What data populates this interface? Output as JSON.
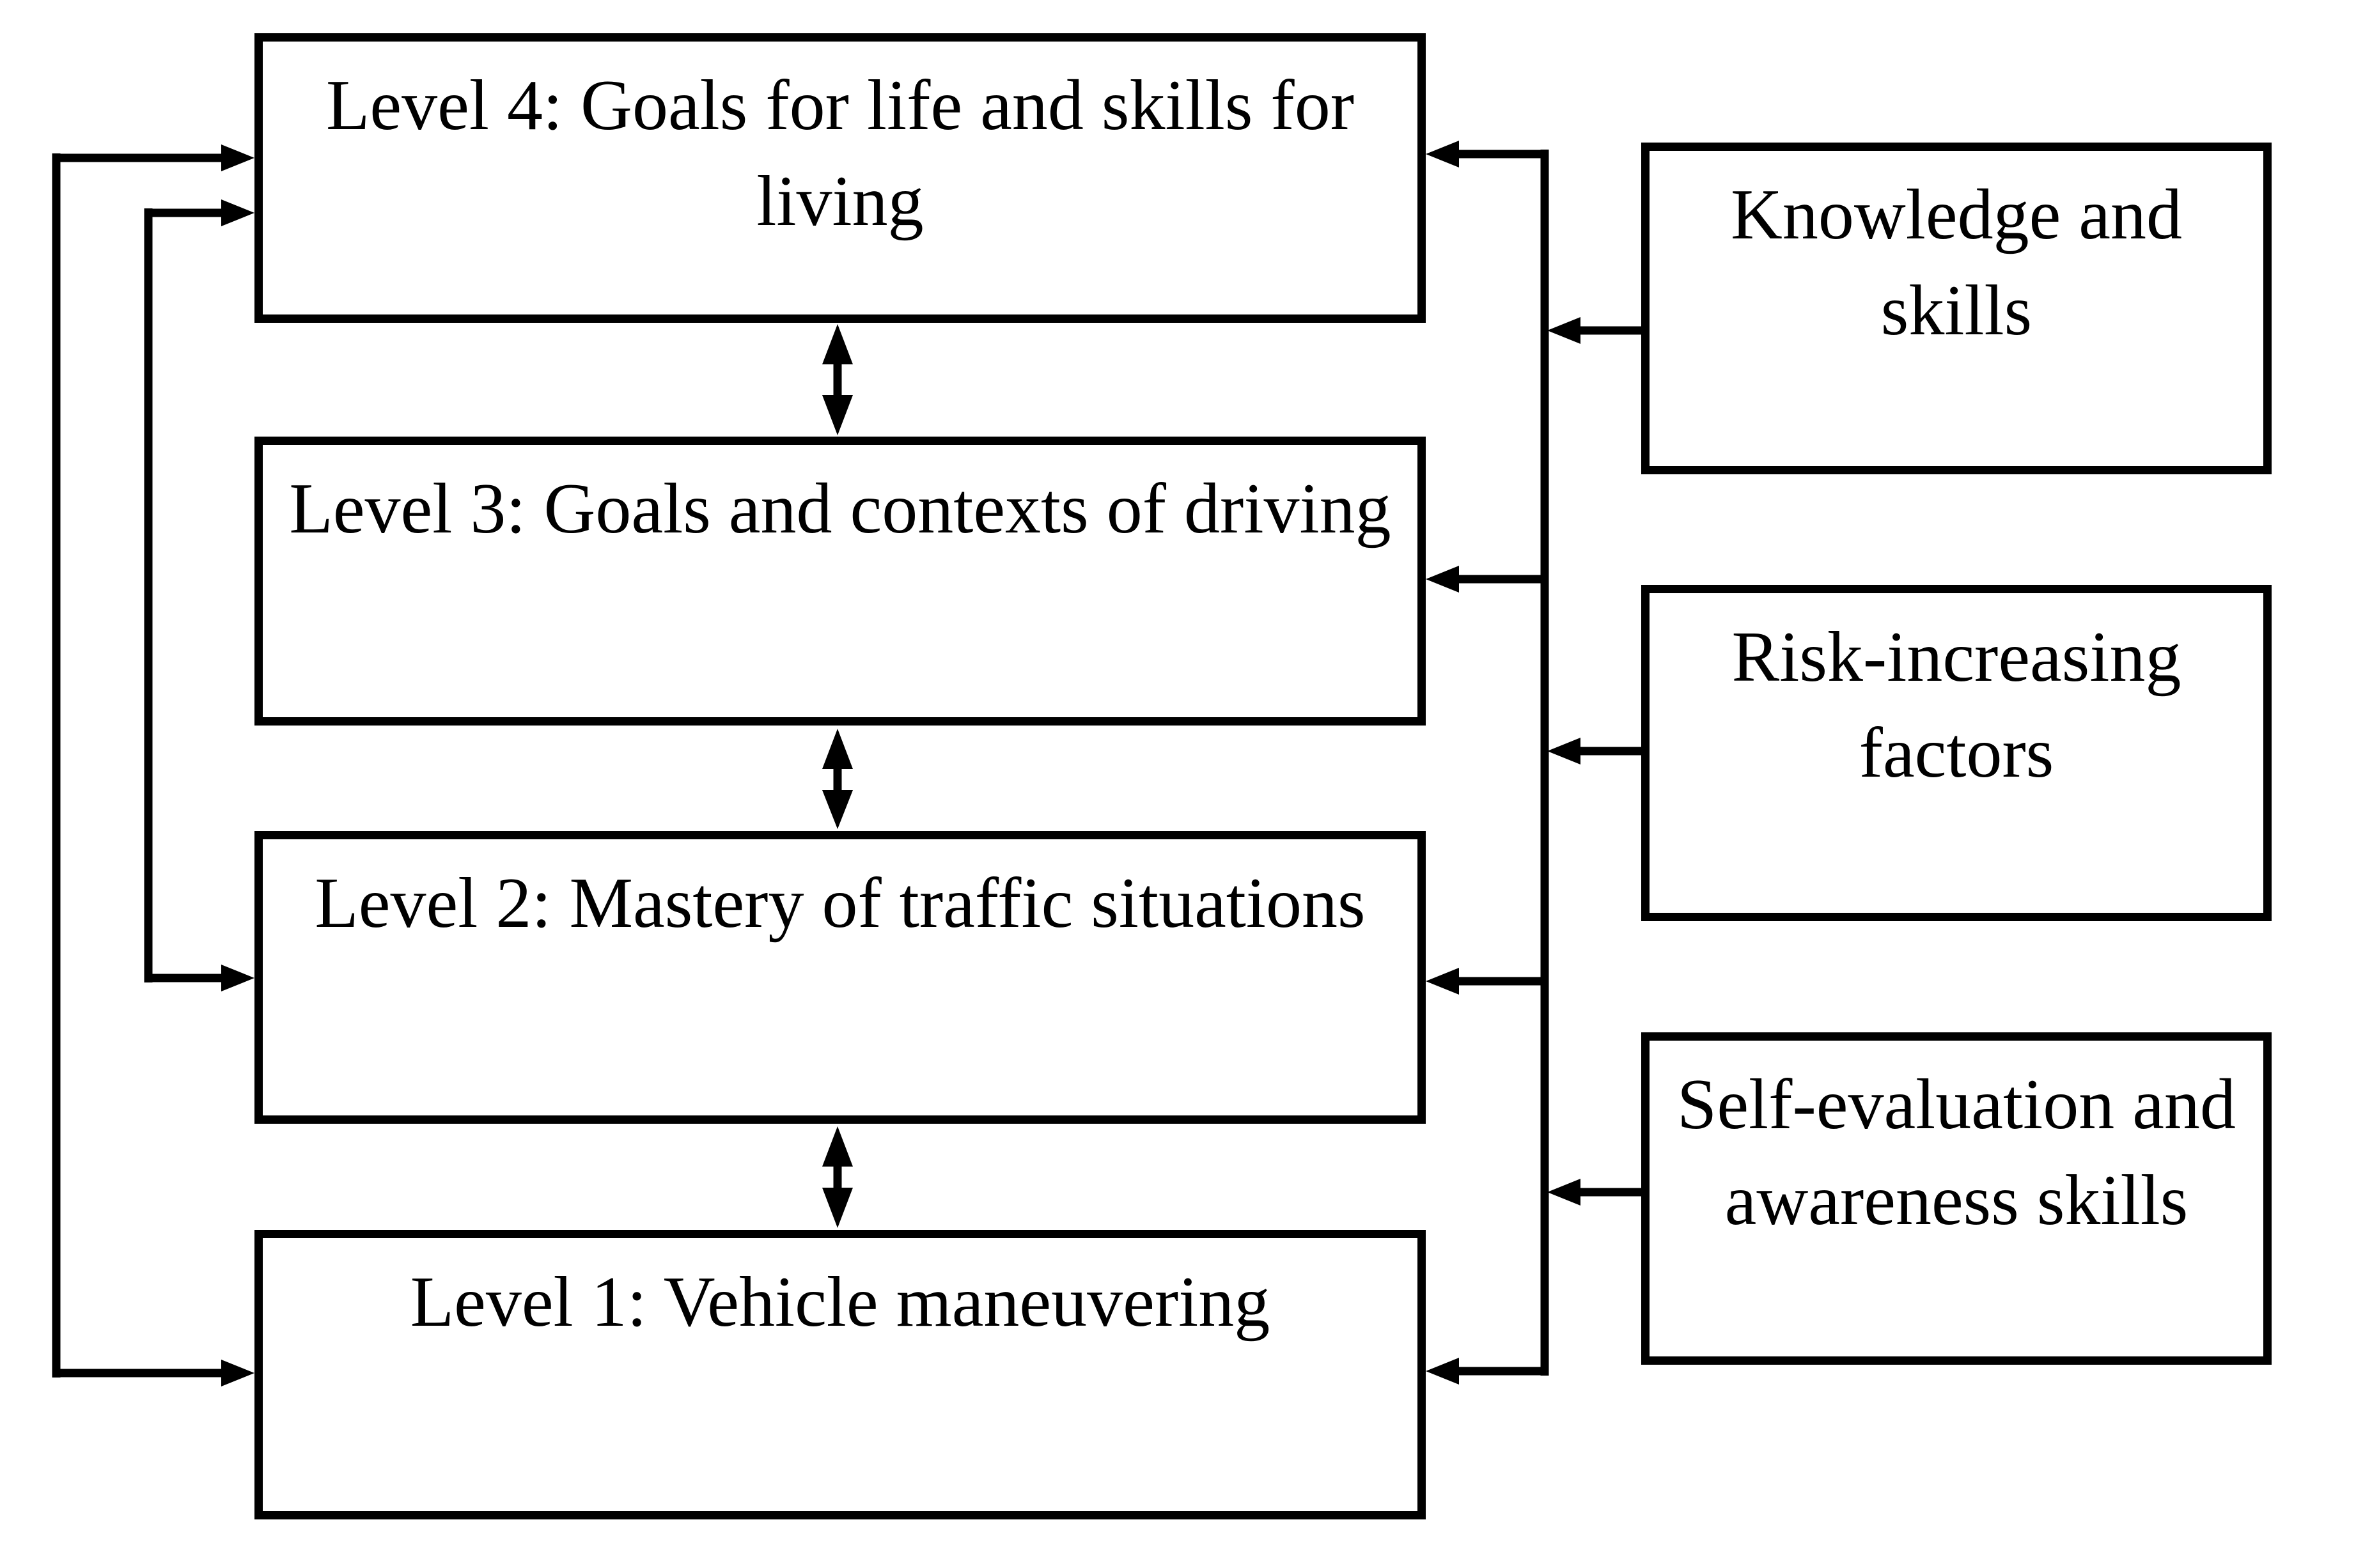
{
  "diagram": {
    "background_color": "#ffffff",
    "stroke_color": "#000000",
    "box_fill_color": "#ffffff",
    "levels": [
      {
        "id": "level4",
        "lines": [
          "Level 4: Goals for life and skills for",
          "living"
        ]
      },
      {
        "id": "level3",
        "lines": [
          "Level 3: Goals and contexts of driving"
        ]
      },
      {
        "id": "level2",
        "lines": [
          "Level 2: Mastery of traffic situations"
        ]
      },
      {
        "id": "level1",
        "lines": [
          "Level 1: Vehicle maneuvering"
        ]
      }
    ],
    "competencies": [
      {
        "id": "knowledge",
        "lines": [
          "Knowledge and",
          "skills"
        ]
      },
      {
        "id": "risk",
        "lines": [
          "Risk-increasing",
          "factors"
        ]
      },
      {
        "id": "selfeval",
        "lines": [
          "Self-evaluation and",
          "awareness skills"
        ]
      }
    ],
    "connections": [
      {
        "id": "left-outer-loop",
        "endpoints": [
          "level4",
          "level1"
        ],
        "route": "left",
        "arrowheads": [
          "level4",
          "level1"
        ]
      },
      {
        "id": "left-inner-loop",
        "endpoints": [
          "level4",
          "level2"
        ],
        "route": "left",
        "arrowheads": [
          "level4",
          "level2"
        ]
      },
      {
        "id": "level4-level3",
        "endpoints": [
          "level4",
          "level3"
        ],
        "route": "middle",
        "bidirectional": true
      },
      {
        "id": "level3-level2",
        "endpoints": [
          "level3",
          "level2"
        ],
        "route": "middle",
        "bidirectional": true
      },
      {
        "id": "level2-level1",
        "endpoints": [
          "level2",
          "level1"
        ],
        "route": "middle",
        "bidirectional": true
      },
      {
        "id": "right-trunk",
        "from": [
          "knowledge",
          "risk",
          "selfeval"
        ],
        "to": [
          "level4",
          "level3",
          "level2",
          "level1"
        ],
        "route": "right"
      }
    ]
  }
}
